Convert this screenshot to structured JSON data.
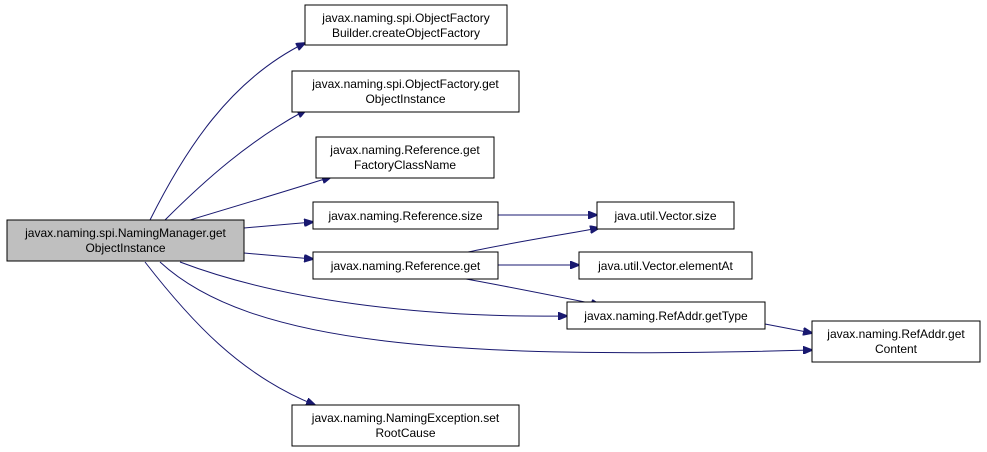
{
  "colors": {
    "edge": "#191970",
    "root_fill": "#bfbfbf",
    "node_fill": "#ffffff",
    "border": "#000000"
  },
  "nodes": {
    "root": {
      "lines": [
        "javax.naming.spi.NamingManager.get",
        "ObjectInstance"
      ]
    },
    "create_factory": {
      "lines": [
        "javax.naming.spi.ObjectFactory",
        "Builder.createObjectFactory"
      ]
    },
    "factory_get_instance": {
      "lines": [
        "javax.naming.spi.ObjectFactory.get",
        "ObjectInstance"
      ]
    },
    "ref_factory_class": {
      "lines": [
        "javax.naming.Reference.get",
        "FactoryClassName"
      ]
    },
    "ref_size": {
      "lines": [
        "javax.naming.Reference.size"
      ]
    },
    "ref_get": {
      "lines": [
        "javax.naming.Reference.get"
      ]
    },
    "vector_size": {
      "lines": [
        "java.util.Vector.size"
      ]
    },
    "vector_element_at": {
      "lines": [
        "java.util.Vector.elementAt"
      ]
    },
    "refaddr_get_type": {
      "lines": [
        "javax.naming.RefAddr.getType"
      ]
    },
    "refaddr_get_content": {
      "lines": [
        "javax.naming.RefAddr.get",
        "Content"
      ]
    },
    "naming_exception": {
      "lines": [
        "javax.naming.NamingException.set",
        "RootCause"
      ]
    }
  },
  "edges": [
    [
      "root",
      "create_factory"
    ],
    [
      "root",
      "factory_get_instance"
    ],
    [
      "root",
      "ref_factory_class"
    ],
    [
      "root",
      "ref_size"
    ],
    [
      "root",
      "ref_get"
    ],
    [
      "root",
      "refaddr_get_type"
    ],
    [
      "root",
      "refaddr_get_content"
    ],
    [
      "root",
      "naming_exception"
    ],
    [
      "ref_size",
      "vector_size"
    ],
    [
      "ref_get",
      "vector_size"
    ],
    [
      "ref_get",
      "vector_element_at"
    ],
    [
      "ref_get",
      "refaddr_get_type"
    ],
    [
      "refaddr_get_type",
      "refaddr_get_content"
    ]
  ]
}
